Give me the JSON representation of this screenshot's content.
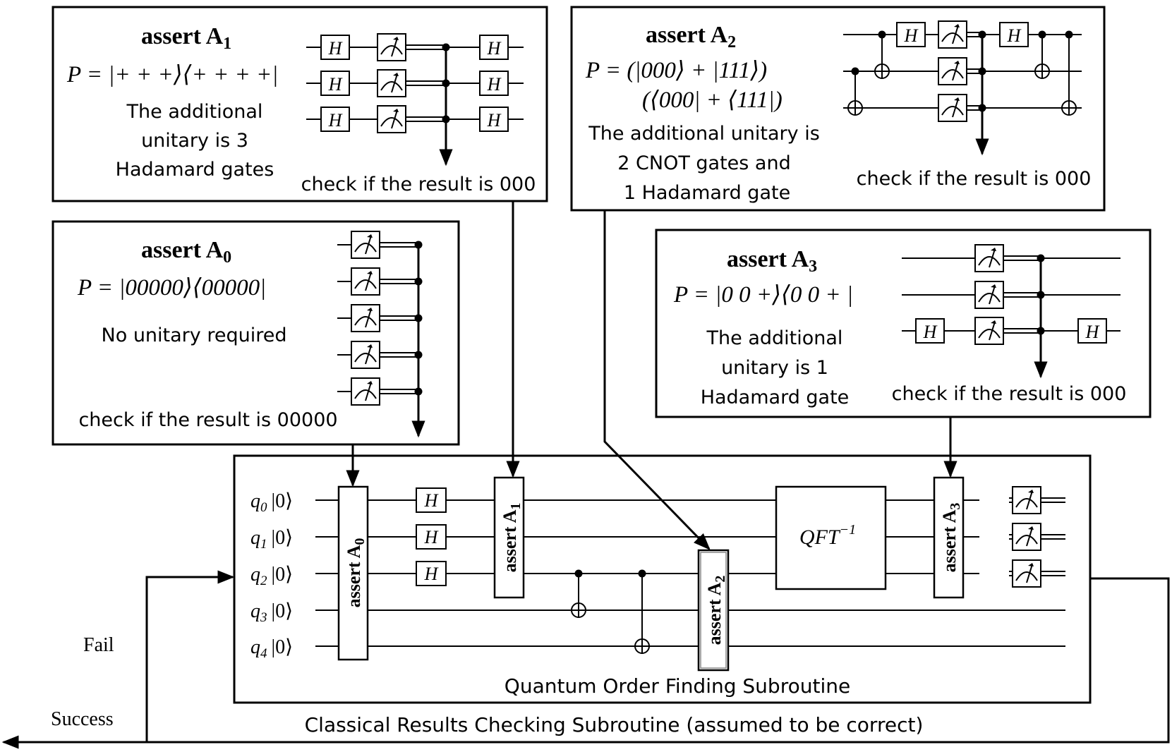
{
  "assert_a1": {
    "title": "assert A",
    "title_sub": "1",
    "projector": "P = |+ + +⟩⟨+ + + +|",
    "desc_lines": [
      "The additional",
      "unitary is 3",
      "Hadamard gates"
    ],
    "check": "check if the result is 000"
  },
  "assert_a2": {
    "title": "assert A",
    "title_sub": "2",
    "projector_line1": "P = (|000⟩ + |111⟩)",
    "projector_line2": "(⟨000| + ⟨111|)",
    "desc_lines": [
      "The additional unitary is",
      "2 CNOT gates and",
      "1 Hadamard gate"
    ],
    "check": "check if the result is 000"
  },
  "assert_a0": {
    "title": "assert A",
    "title_sub": "0",
    "projector": "P = |00000⟩⟨00000|",
    "desc": "No unitary required",
    "check": "check if the result is 00000"
  },
  "assert_a3": {
    "title": "assert A",
    "title_sub": "3",
    "projector": "P = |0 0 +⟩⟨0 0 + |",
    "desc_lines": [
      "The additional",
      "unitary is 1",
      "Hadamard gate"
    ],
    "check": "check if the result is 000"
  },
  "main_circuit": {
    "qubits": [
      "q",
      "q",
      "q",
      "q",
      "q"
    ],
    "qubit_subs": [
      "0",
      "1",
      "2",
      "3",
      "4"
    ],
    "init_state": "|0⟩",
    "gate_h": "H",
    "assert_label": "assert A",
    "assert_subs": [
      "0",
      "1",
      "2",
      "3"
    ],
    "qft": "QFT",
    "qft_sup": "−1",
    "subroutine_label": "Quantum Order Finding Subroutine"
  },
  "classical_label": "Classical Results Checking Subroutine (assumed to be correct)",
  "fail_label": "Fail",
  "success_label": "Success"
}
